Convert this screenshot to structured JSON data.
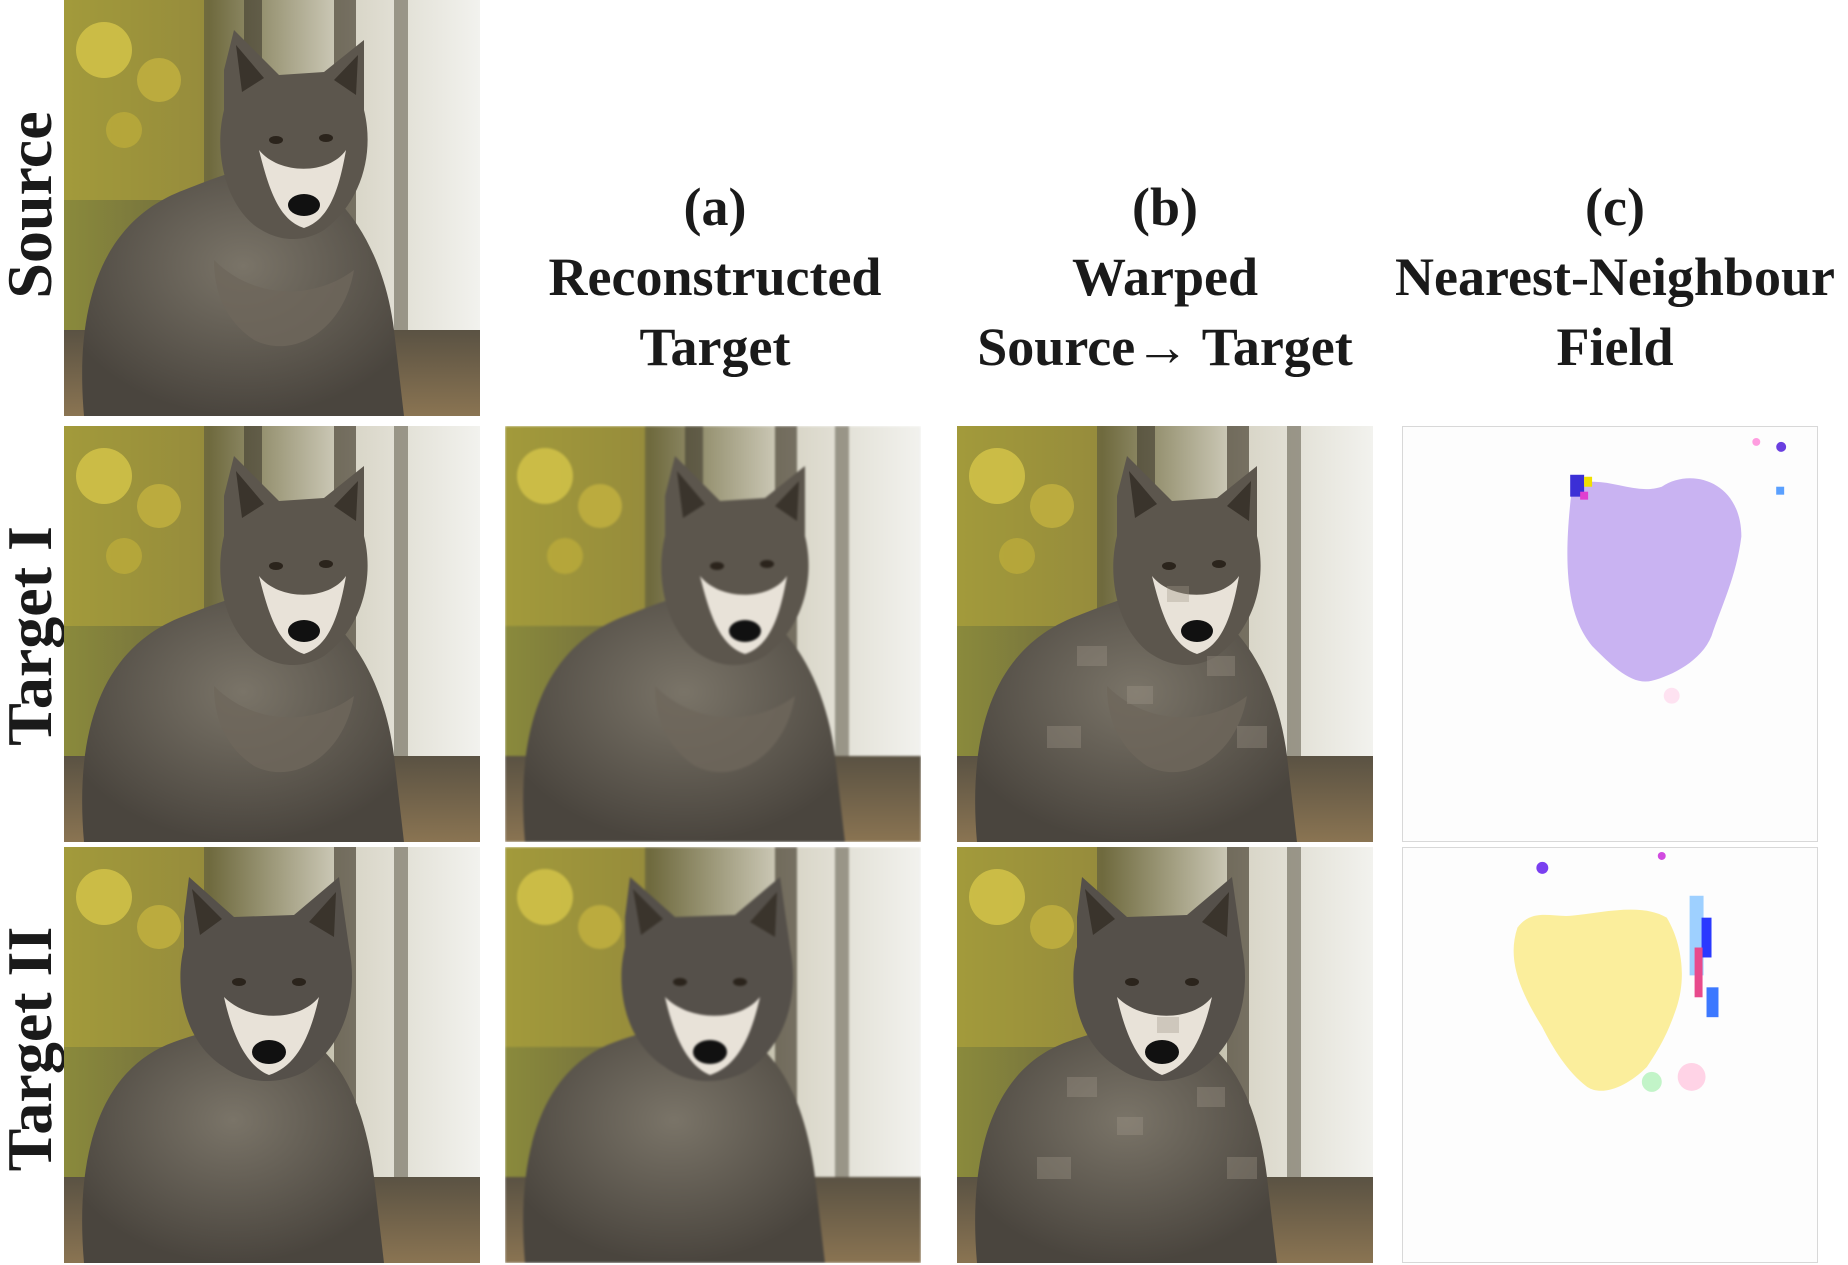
{
  "row_labels": {
    "source": "Source",
    "target_1": "Target I",
    "target_2": "Target II"
  },
  "columns": [
    {
      "letter": "(a)",
      "title_line1": "Reconstructed",
      "title_line2": "Target"
    },
    {
      "letter": "(b)",
      "title_line1": "Warped",
      "title_line2": "Source→ Target"
    },
    {
      "letter": "(c)",
      "title_line1": "Nearest-Neighbour",
      "title_line2": "Field"
    }
  ],
  "colors": {
    "field_target_1_blob": "#c9b3f2",
    "field_target_2_blob": "#fbee9c",
    "background_forest": "#6b6b3a",
    "wolf_fur": "#5e5a52"
  }
}
